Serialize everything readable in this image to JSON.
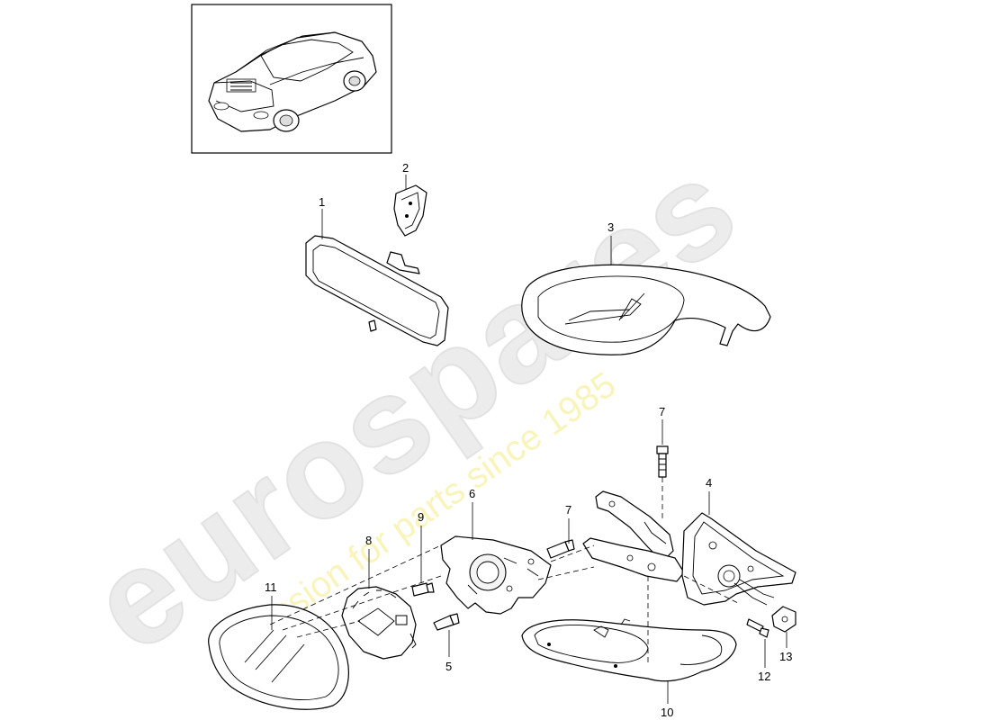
{
  "diagram": {
    "callouts": [
      "1",
      "2",
      "3",
      "4",
      "5",
      "6",
      "7",
      "7",
      "8",
      "9",
      "10",
      "11",
      "12",
      "13"
    ]
  },
  "watermark": {
    "brand": "eurospares",
    "tagline": "a passion for parts since 1985"
  },
  "colors": {
    "line": "#000000",
    "watermark_gray": "#e6e6e6",
    "watermark_yellow": "#f6f1a6"
  }
}
